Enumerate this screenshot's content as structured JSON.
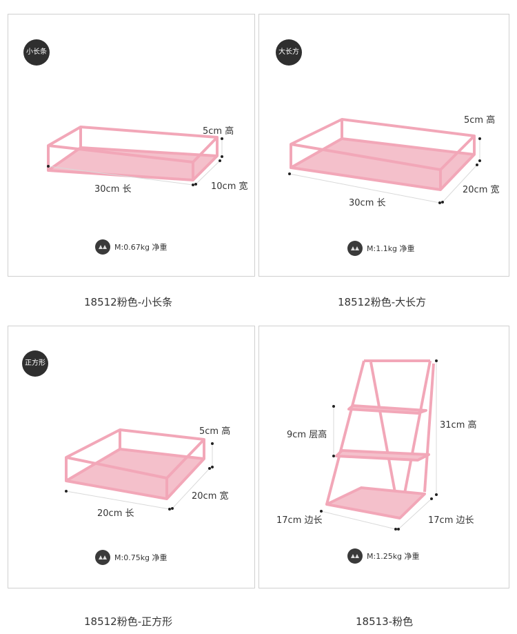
{
  "products": [
    {
      "badge": "小长条",
      "dims": {
        "length": "30cm 长",
        "width": "10cm 宽",
        "height": "5cm 高"
      },
      "weight": "M:0.67kg 净重",
      "caption": "18512粉色-小长条"
    },
    {
      "badge": "大长方",
      "dims": {
        "length": "30cm 长",
        "width": "20cm 宽",
        "height": "5cm 高"
      },
      "weight": "M:1.1kg 净重",
      "caption": "18512粉色-大长方"
    },
    {
      "badge": "正方形",
      "dims": {
        "length": "20cm 长",
        "width": "20cm 宽",
        "height": "5cm 高"
      },
      "weight": "M:0.75kg 净重",
      "caption": "18512粉色-正方形"
    },
    {
      "dims": {
        "left_side": "17cm 边长",
        "right_side": "17cm 边长",
        "layer_height": "9cm 层高",
        "total_height": "31cm 高"
      },
      "weight": "M:1.25kg 净重",
      "caption": "18513-粉色"
    }
  ],
  "colors": {
    "pink_frame": "#f2a7b8",
    "pink_shelf": "#f4c0cb",
    "badge_bg": "#2f2f2f"
  },
  "icons": {
    "weight": "scale-icon"
  }
}
